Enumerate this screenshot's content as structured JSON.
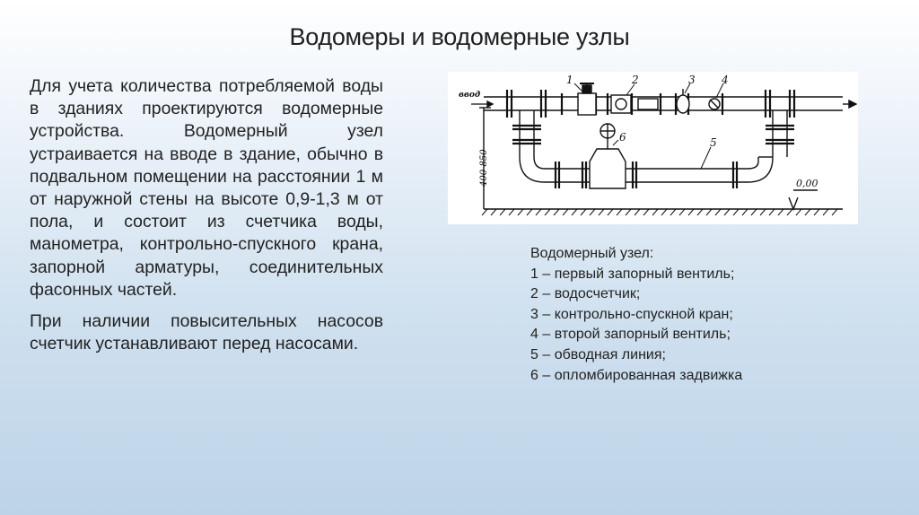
{
  "slide": {
    "title": "Водомеры и водомерные узлы",
    "paragraph1": "Для учета количества потребляемой воды в зданиях проектируются водомерные устройства. Водомерный узел устраивается на вводе в здание, обычно в подвальном помещении на расстоянии 1 м от наружной стены на высоте 0,9-1,3 м от пола, и состоит из счетчика воды, манометра, контрольно-спускного крана, запорной арматуры, соединительных фасонных частей.",
    "paragraph2": "При наличии повысительных насосов счетчик устанавливают перед насосами."
  },
  "diagram": {
    "inlet_label": "ввод",
    "dimension_label": "400-850",
    "level_label": "0,00",
    "callouts": [
      "1",
      "2",
      "3",
      "4",
      "5",
      "6"
    ]
  },
  "legend": {
    "heading": "Водомерный узел:",
    "items": [
      "1 – первый запорный вентиль;",
      "2 – водосчетчик;",
      "3 – контрольно-спускной кран;",
      "4 – второй запорный вентиль;",
      "5 – обводная линия;",
      "6 – опломбированная задвижка"
    ]
  }
}
